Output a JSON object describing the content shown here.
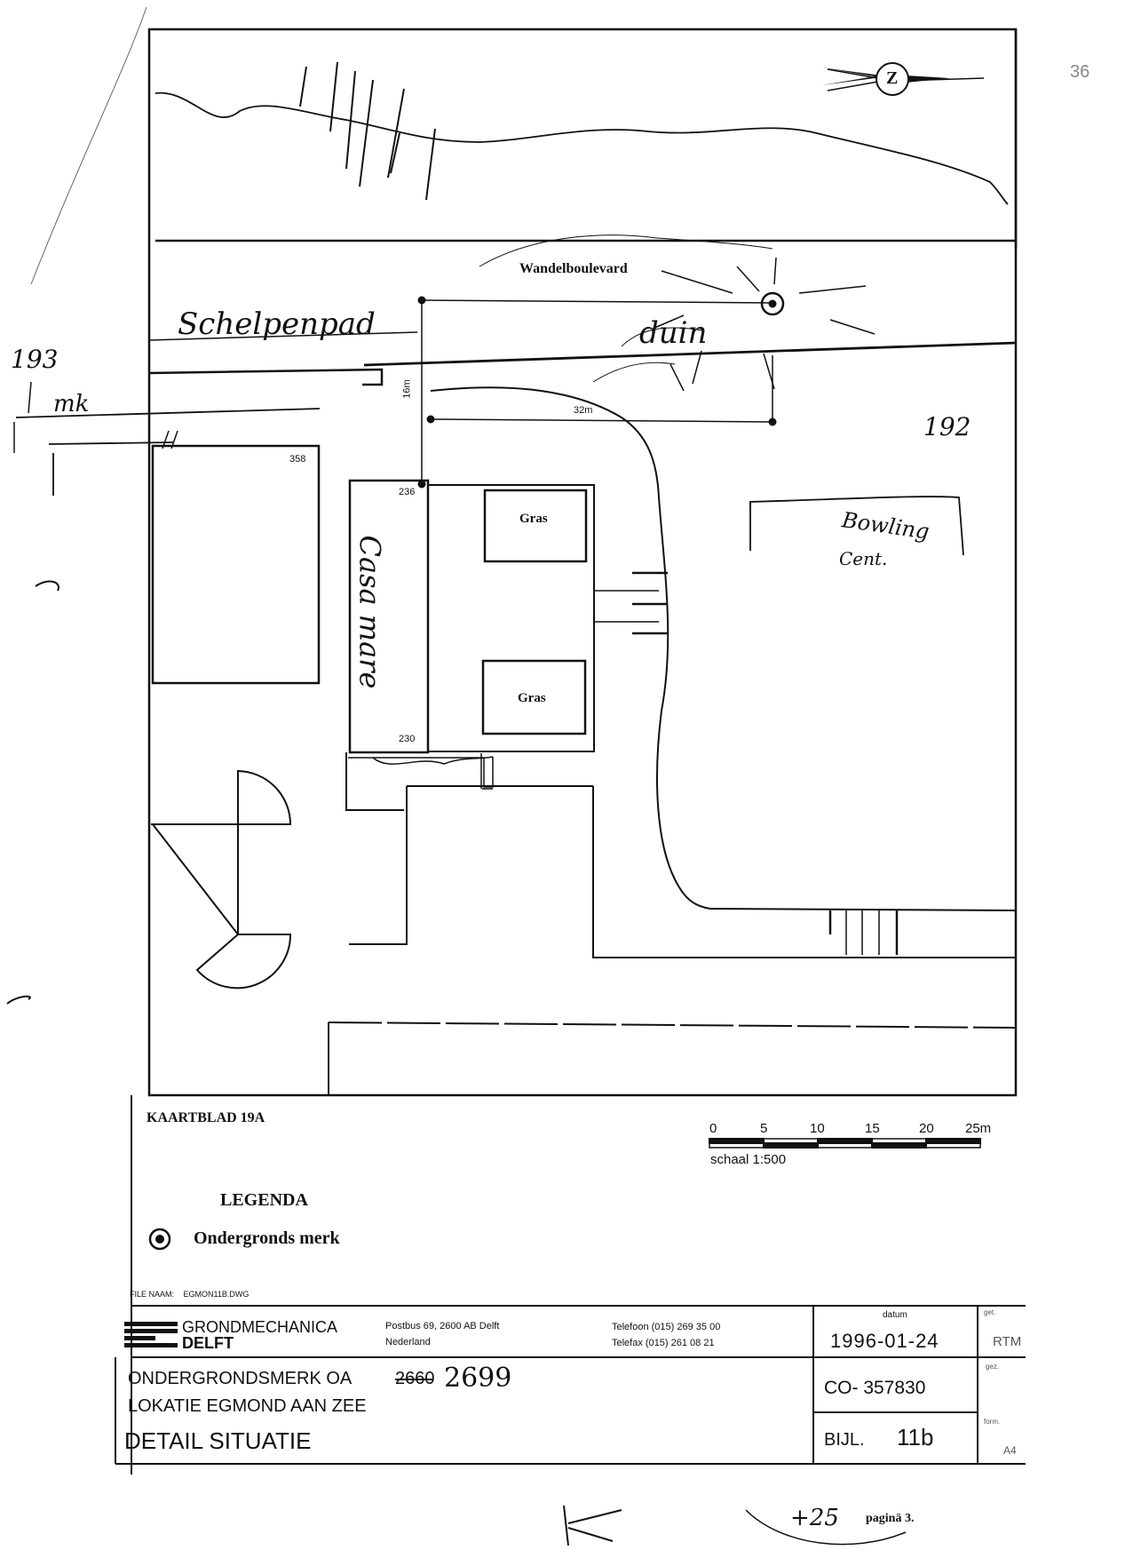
{
  "map": {
    "labels": {
      "boulevard": "Wandelboulevard",
      "schelpenpad": "Schelpenpad",
      "duin": "duin",
      "dim_16": "16m",
      "dim_32": "32m",
      "num_358": "358",
      "num_236": "236",
      "num_230": "230",
      "gras_1": "Gras",
      "gras_2": "Gras",
      "casa_mare": "Casa mare",
      "bowling": "Bowling",
      "bowling_2": "Cent.",
      "mark_193": "193",
      "mark_192": "192",
      "mk": "mk",
      "compass": "Z"
    },
    "sheet": "KAARTBLAD 19A",
    "scale": {
      "ticks": [
        "0",
        "5",
        "10",
        "15",
        "20",
        "25m"
      ],
      "label": "schaal 1:500"
    },
    "legend": {
      "title": "LEGENDA",
      "item": "Ondergronds merk"
    }
  },
  "titleblock": {
    "file_label": "FILE NAAM:",
    "file_name": "EGMON11B.DWG",
    "company_1": "GRONDMECHANICA",
    "company_2": "DELFT",
    "address_1": "Postbus 69, 2600 AB Delft",
    "address_2": "Nederland",
    "phone": "Telefoon (015) 269 35 00",
    "fax": "Telefax (015) 261 08 21",
    "datum_label": "datum",
    "datum": "1996-01-24",
    "title_prefix": "ONDERGRONDSMERK OA",
    "old_number": "2660",
    "new_number": "2699",
    "location": "LOKATIE EGMOND AAN ZEE",
    "subject": "DETAIL SITUATIE",
    "code": "CO- 357830",
    "bijl_label": "BIJL.",
    "bijl_value": "11b",
    "side_1": "get.",
    "side_1_val": "RTM",
    "side_2": "gez.",
    "side_3": "form.",
    "side_3_val": "A4"
  },
  "footer": {
    "page": "paginä 3.",
    "hand_num": "+25",
    "corner": "36"
  }
}
